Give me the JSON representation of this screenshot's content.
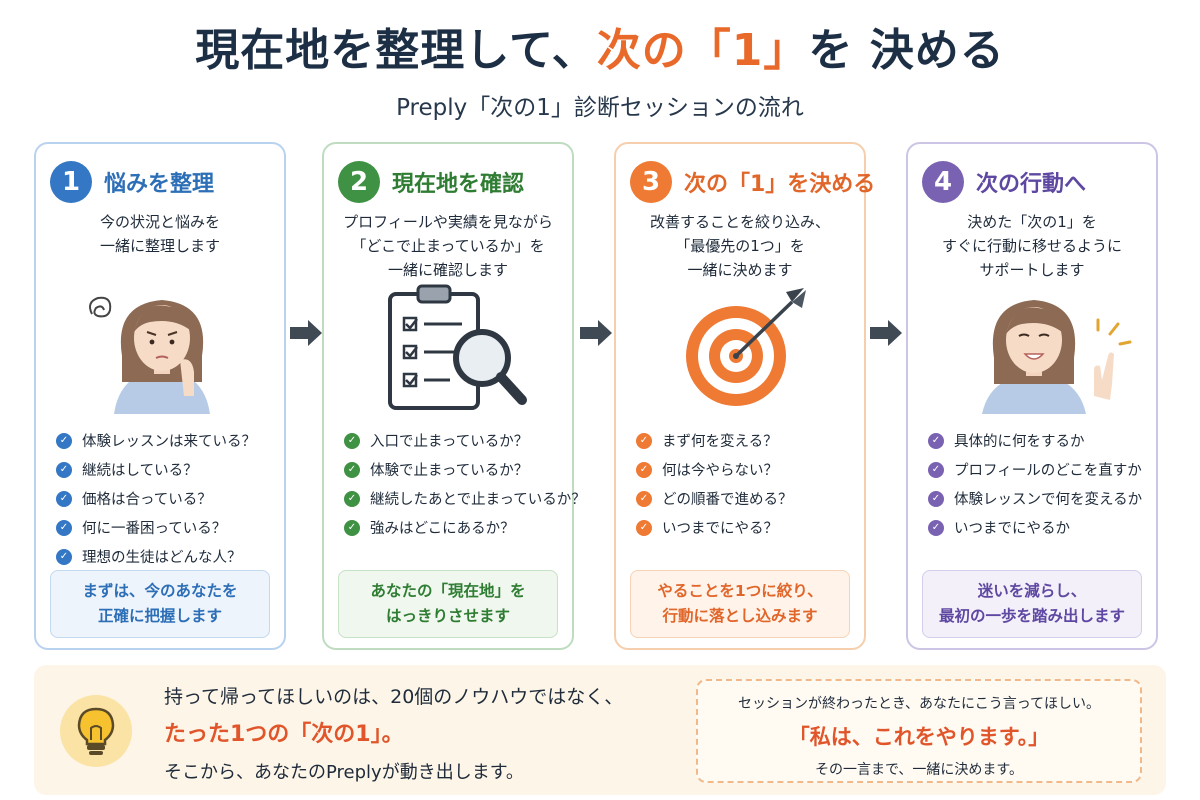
{
  "header": {
    "title_pre": "現在地を整理して、",
    "title_accent": "次の「1」",
    "title_post": "を 決める",
    "subtitle": "Preply「次の1」診断セッションの流れ"
  },
  "steps": [
    {
      "number": "1",
      "title": "悩みを整理",
      "description": "今の状況と悩みを\n一緒に整理します",
      "illustration": "worried-person",
      "checks": [
        "体験レッスンは来ている？",
        "継続はしている？",
        "価格は合っている？",
        "何に一番困っている？",
        "理想の生徒はどんな人？"
      ],
      "summary": "まずは、今のあなたを\n正確に把握します"
    },
    {
      "number": "2",
      "title": "現在地を確認",
      "description": "プロフィールや実績を見ながら\n「どこで止まっているか」を\n一緒に確認します",
      "illustration": "clipboard-magnifier",
      "checks": [
        "入口で止まっているか？",
        "体験で止まっているか？",
        "継続したあとで止まっているか？",
        "強みはどこにあるか？"
      ],
      "summary": "あなたの「現在地」を\nはっきりさせます"
    },
    {
      "number": "3",
      "title": "次の「1」を決める",
      "description": "改善することを絞り込み、\n「最優先の1つ」を\n一緒に決めます",
      "illustration": "target-dart",
      "checks": [
        "まず何を変える？",
        "何は今やらない？",
        "どの順番で進める？",
        "いつまでにやる？"
      ],
      "summary": "やることを1つに絞り、\n行動に落とし込みます"
    },
    {
      "number": "4",
      "title": "次の行動へ",
      "description": "決めた「次の1」を\nすぐに行動に移せるように\nサポートします",
      "illustration": "pointing-person",
      "checks": [
        "具体的に何をするか",
        "プロフィールのどこを直すか",
        "体験レッスンで何を変えるか",
        "いつまでにやるか"
      ],
      "summary": "迷いを減らし、\n最初の一歩を踏み出します"
    }
  ],
  "bottom": {
    "line1": "持って帰ってほしいのは、20個のノウハウではなく、",
    "line2": "たった1つの「次の1」。",
    "line3": "そこから、あなたのPreplyが動き出します。",
    "quote_intro": "セッションが終わったとき、あなたにこう言ってほしい。",
    "quote_main": "「私は、これをやります。」",
    "quote_outro": "その一言まで、一緒に決めます。"
  },
  "colors": {
    "step1": "#3477c4",
    "step2": "#3f9143",
    "step3": "#ee7a34",
    "step4": "#7a62b3",
    "accent": "#e8692a",
    "title": "#1d2f45"
  },
  "icons": [
    "check-icon",
    "arrow-right-icon",
    "lightbulb-icon"
  ]
}
